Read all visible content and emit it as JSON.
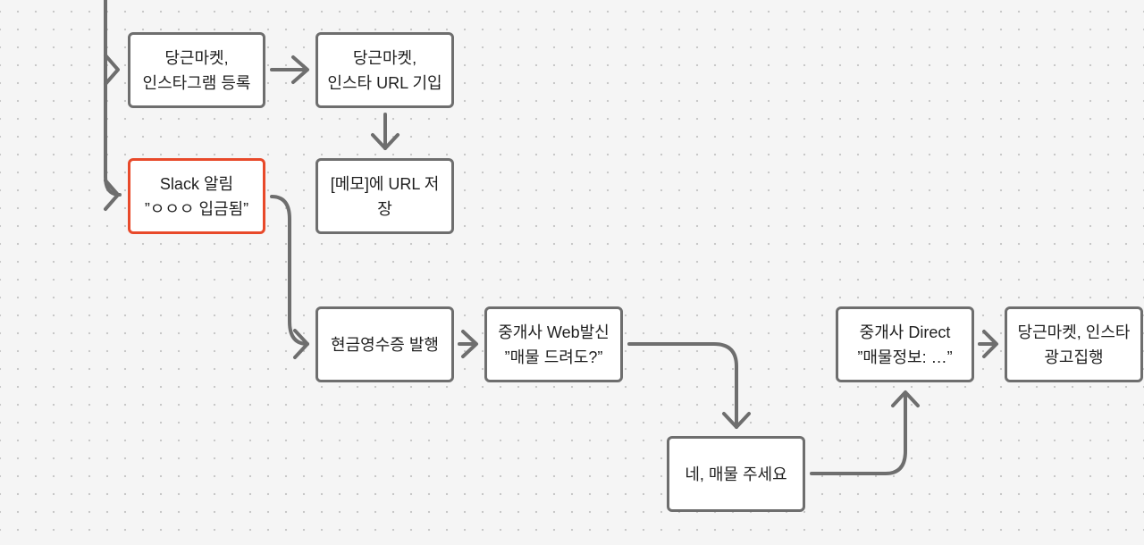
{
  "accent_color": "#e8492a",
  "edge_color": "#6e6e6e",
  "nodes": {
    "danggeun_insta_register": "당근마켓,\n인스타그램 등록",
    "danggeun_insta_url": "당근마켓,\n인스타 URL 기입",
    "slack_alert": "Slack 알림\n”ㅇㅇㅇ 입금됨”",
    "memo_url": "[메모]에 URL 저\n장",
    "cash_receipt": "현금영수증 발행",
    "agent_web": "중개사 Web발신\n”매물 드려도?”",
    "yes_listing": "네, 매물 주세요",
    "agent_direct": "중개사 Direct\n”매물정보: …”",
    "ad_execute": "당근마켓, 인스타\n광고집행"
  }
}
